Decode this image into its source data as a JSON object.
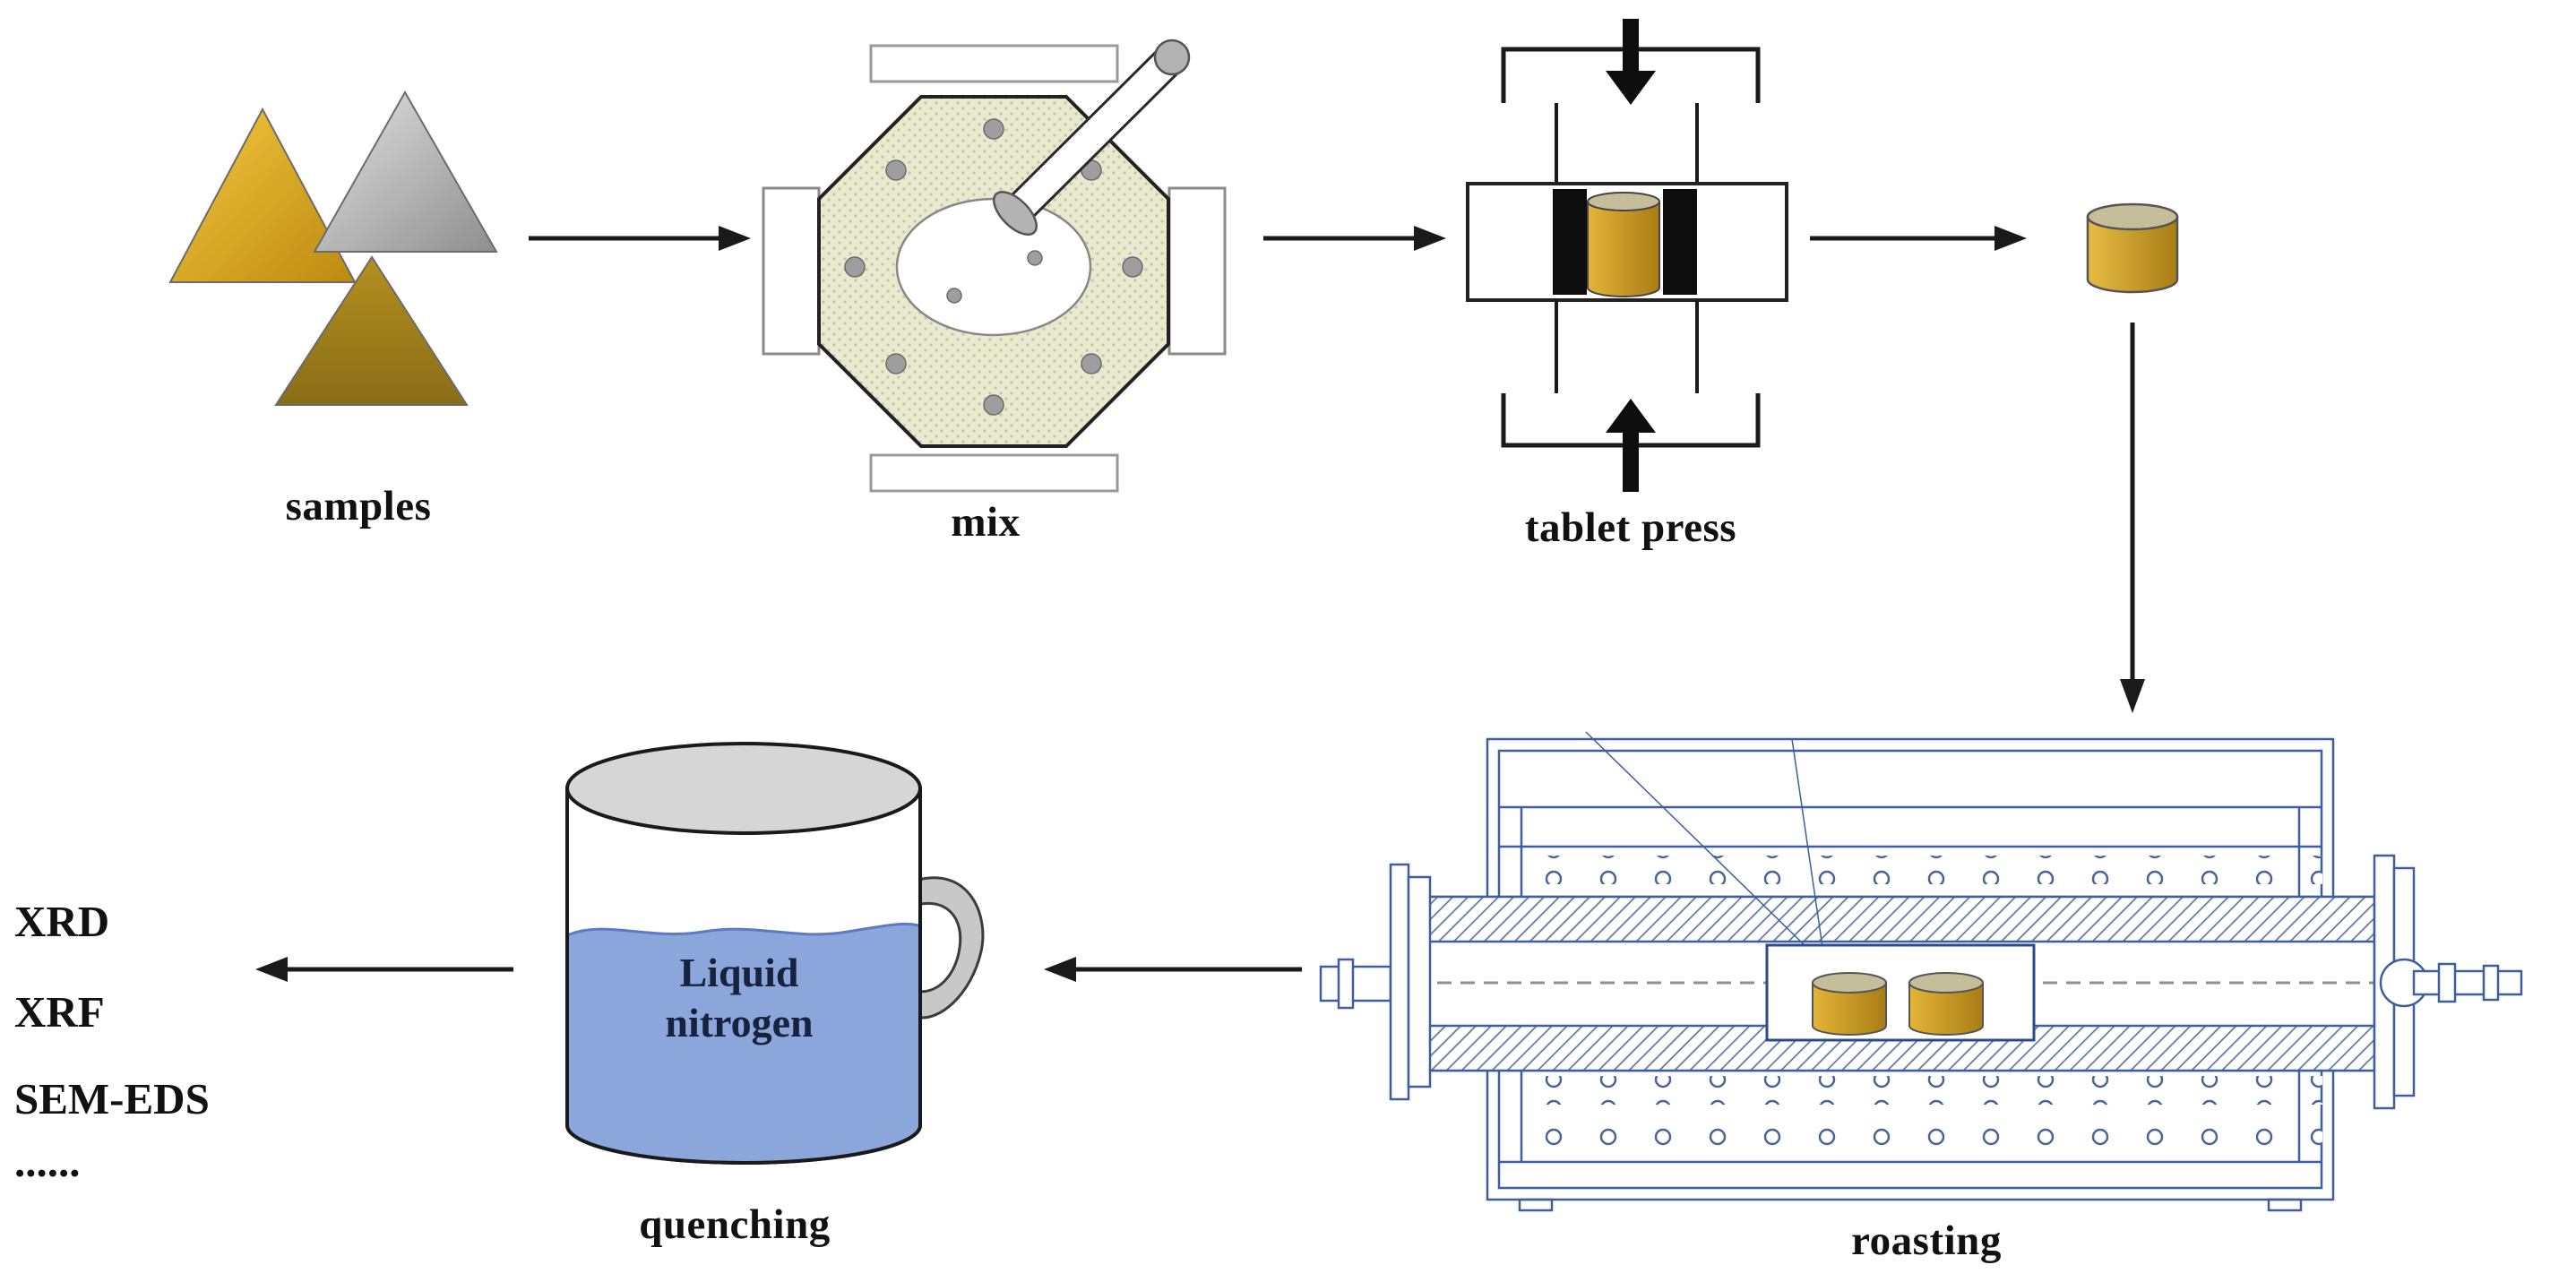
{
  "steps": {
    "samples": "samples",
    "mix": "mix",
    "tablet_press": "tablet press",
    "roasting": "roasting",
    "quenching": "quenching"
  },
  "quench_bath": {
    "line1": "Liquid",
    "line2": "nitrogen"
  },
  "analysis_methods": [
    "XRD",
    "XRF",
    "SEM-EDS",
    "......"
  ],
  "colors": {
    "ink": "#1a1a1a",
    "gold": "#d2a021",
    "gold_dark": "#a87d14",
    "gold_light": "#eec54a",
    "olive": "#9c7d1e",
    "triangle_gray": "#a9a9a9",
    "furnace_blue": "#3d5f9e",
    "liquid_blue": "#8ba6db",
    "mixer_khaki": "#e9e9cf",
    "cylinder_top": "#c6bd9b"
  }
}
